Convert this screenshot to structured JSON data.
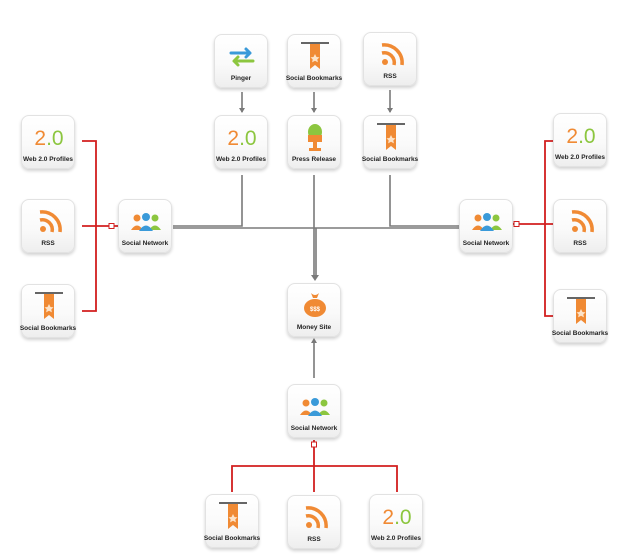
{
  "nodes": {
    "pinger": {
      "label": "Pinger",
      "icon": "pinger-arrows-icon"
    },
    "bookmarks_top": {
      "label": "Social Bookmarks",
      "icon": "bookmark-icon"
    },
    "rss_top": {
      "label": "RSS",
      "icon": "rss-icon"
    },
    "web20_center": {
      "label": "Web 2.0 Profiles",
      "icon": "web20-icon"
    },
    "press_release": {
      "label": "Press Release",
      "icon": "press-release-icon"
    },
    "bookmarks_center": {
      "label": "Social Bookmarks",
      "icon": "bookmark-icon"
    },
    "web20_left": {
      "label": "Web 2.0 Profiles",
      "icon": "web20-icon"
    },
    "rss_left": {
      "label": "RSS",
      "icon": "rss-icon"
    },
    "bookmarks_left": {
      "label": "Social Bookmarks",
      "icon": "bookmark-icon"
    },
    "social_left": {
      "label": "Social Network",
      "icon": "people-icon"
    },
    "social_right": {
      "label": "Social Network",
      "icon": "people-icon"
    },
    "web20_right": {
      "label": "Web 2.0 Profiles",
      "icon": "web20-icon"
    },
    "rss_right": {
      "label": "RSS",
      "icon": "rss-icon"
    },
    "bookmarks_right": {
      "label": "Social Bookmarks",
      "icon": "bookmark-icon"
    },
    "money_site": {
      "label": "Money Site",
      "icon": "money-bag-icon"
    },
    "social_bottom": {
      "label": "Social Network",
      "icon": "people-icon"
    },
    "bookmarks_bottom": {
      "label": "Social Bookmarks",
      "icon": "bookmark-icon"
    },
    "rss_bottom": {
      "label": "RSS",
      "icon": "rss-icon"
    },
    "web20_bottom": {
      "label": "Web 2.0 Profiles",
      "icon": "web20-icon"
    }
  },
  "icon_text": {
    "web20": "2.0",
    "money": "$$$"
  },
  "colors": {
    "red_link": "#d21f1f",
    "gray_link": "#7a7a7a",
    "orange": "#f08a34",
    "green": "#8cc63f",
    "blue": "#3a9ad9"
  }
}
